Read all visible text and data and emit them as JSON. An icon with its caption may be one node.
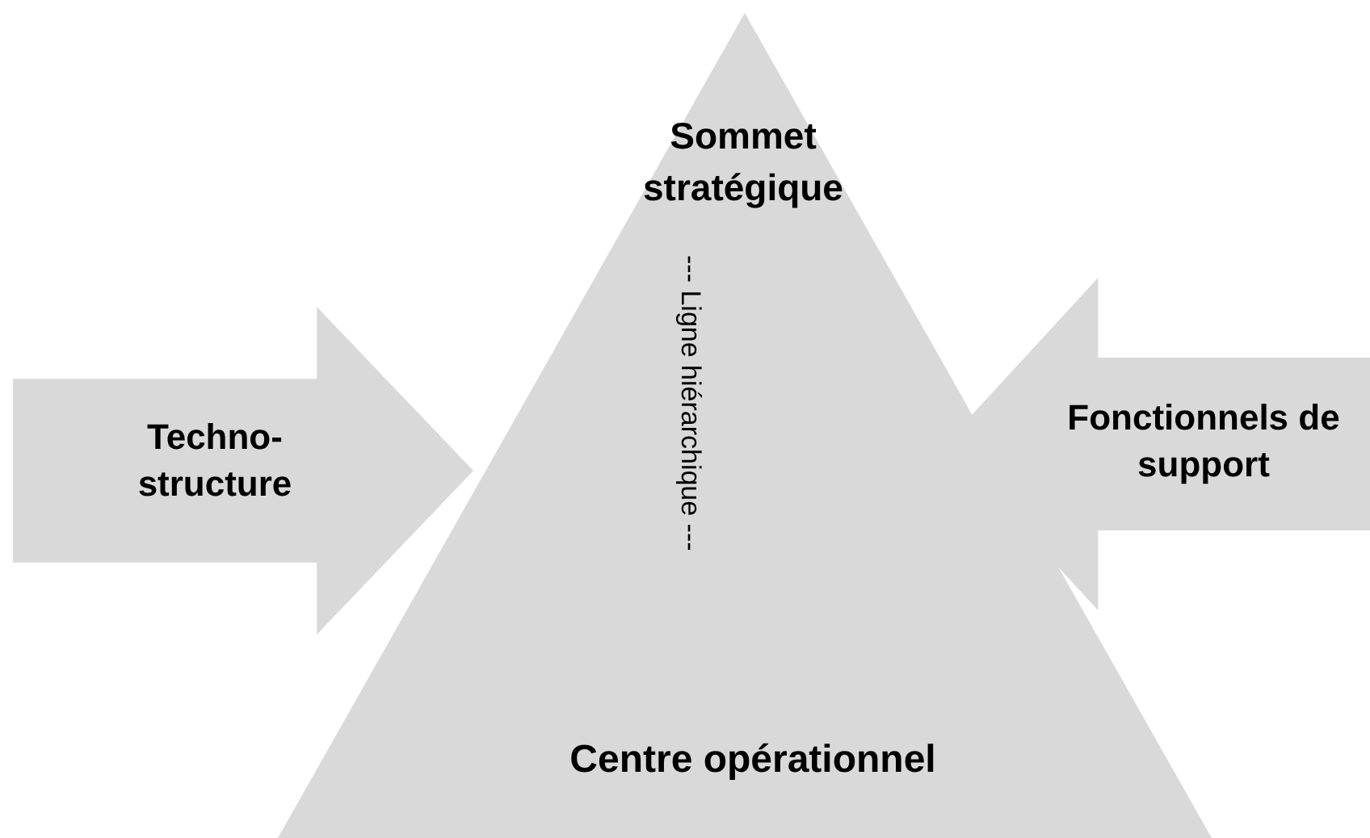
{
  "diagram": {
    "nodes": [
      {
        "text": [
          "Sommet stratégique",
          "--- Ligne hiérarchique ---",
          "Centre opérationnel"
        ]
      },
      {
        "text": [
          "Techno-structure"
        ]
      },
      {
        "text": [
          "Fonctionnels de support"
        ]
      }
    ]
  }
}
